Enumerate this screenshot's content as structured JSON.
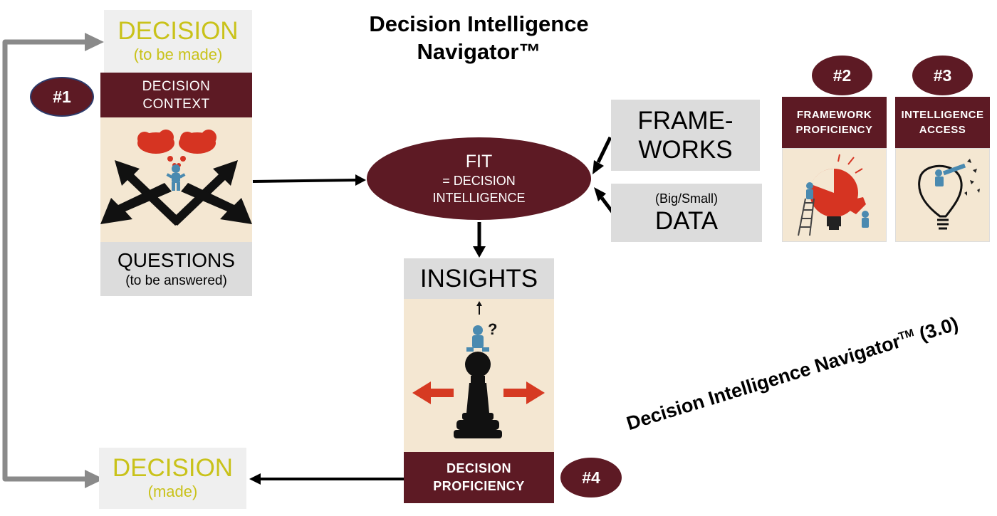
{
  "title": {
    "line1": "Decision Intelligence",
    "line2": "Navigator™"
  },
  "decision_top": {
    "title": "DECISION",
    "subtitle": "(to be made)"
  },
  "decision_context": {
    "line1": "DECISION",
    "line2": "CONTEXT"
  },
  "badges": {
    "b1": "#1",
    "b2": "#2",
    "b3": "#3",
    "b4": "#4"
  },
  "questions": {
    "title": "QUESTIONS",
    "subtitle": "(to be answered)"
  },
  "fit": {
    "title": "FIT",
    "line1": "= DECISION",
    "line2": "INTELLIGENCE"
  },
  "frameworks": {
    "line1": "FRAME-",
    "line2": "WORKS"
  },
  "data_box": {
    "small": "(Big/Small)",
    "big": "DATA"
  },
  "framework_proficiency": {
    "line1": "FRAMEWORK",
    "line2": "PROFICIENCY"
  },
  "intelligence_access": {
    "line1": "INTELLIGENCE",
    "line2": "ACCESS"
  },
  "insights": {
    "title": "INSIGHTS"
  },
  "decision_proficiency": {
    "line1": "DECISION",
    "line2": "PROFICIENCY"
  },
  "decision_bottom": {
    "title": "DECISION",
    "subtitle": "(made)"
  },
  "watermark": {
    "text": "Decision Intelligence Navigator",
    "tm": "TM",
    "version": " (3.0)"
  },
  "colors": {
    "maroon": "#5d1a24",
    "yellow": "#c9c21a",
    "grey": "#dcdcdc",
    "arrow_grey": "#8a8a8a",
    "arrow_red": "#d63a22",
    "figure_blue": "#4a8ab0"
  }
}
